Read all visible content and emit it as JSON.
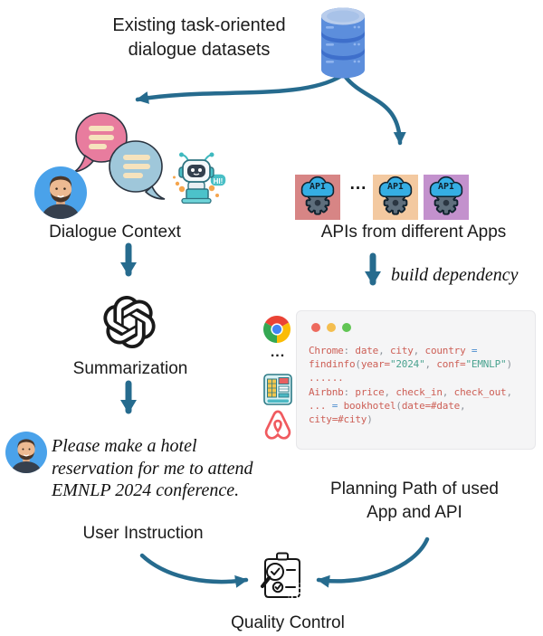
{
  "colors": {
    "arrow": "#266B8E",
    "code_identifier": "#CD5F56",
    "code_equals": "#4E8FD0",
    "code_string": "#49A28F",
    "code_punct": "#8C939B",
    "api_card_1": "#D78585",
    "api_card_2": "#F3C9A0",
    "api_card_3": "#C391CD",
    "window_dot_red": "#ED6A5E",
    "window_dot_yellow": "#F4BE4F",
    "window_dot_green": "#61C554",
    "airbnb_coral": "#F05A5F"
  },
  "top": {
    "title_line1": "Existing task-oriented",
    "title_line2": "dialogue datasets"
  },
  "dialogue": {
    "label": "Dialogue Context",
    "robot_text": "HI!"
  },
  "apis": {
    "label": "APIs from different Apps",
    "api_text": "API",
    "ellipsis": "..."
  },
  "summarization": {
    "label": "Summarization"
  },
  "build_dependency": {
    "label": "build dependency"
  },
  "code_panel": {
    "ellipsis_column": "...",
    "lines": [
      [
        {
          "t": "Chrome",
          "c": "r"
        },
        {
          "t": ": ",
          "c": "p"
        },
        {
          "t": "date",
          "c": "r"
        },
        {
          "t": ", ",
          "c": "p"
        },
        {
          "t": "city",
          "c": "r"
        },
        {
          "t": ", ",
          "c": "p"
        },
        {
          "t": "country ",
          "c": "r"
        },
        {
          "t": "=",
          "c": "b"
        }
      ],
      [
        {
          "t": "findinfo",
          "c": "r"
        },
        {
          "t": "(",
          "c": "p"
        },
        {
          "t": "year=",
          "c": "r"
        },
        {
          "t": "\"2024\"",
          "c": "g"
        },
        {
          "t": ", ",
          "c": "p"
        },
        {
          "t": "conf=",
          "c": "r"
        },
        {
          "t": "\"EMNLP\"",
          "c": "g"
        },
        {
          "t": ")",
          "c": "p"
        }
      ],
      [
        {
          "t": "......",
          "c": "r"
        }
      ],
      [
        {
          "t": "Airbnb",
          "c": "r"
        },
        {
          "t": ": ",
          "c": "p"
        },
        {
          "t": "price",
          "c": "r"
        },
        {
          "t": ", ",
          "c": "p"
        },
        {
          "t": "check_in",
          "c": "r"
        },
        {
          "t": ", ",
          "c": "p"
        },
        {
          "t": "check_out",
          "c": "r"
        },
        {
          "t": ",",
          "c": "p"
        }
      ],
      [
        {
          "t": "... ",
          "c": "r"
        },
        {
          "t": "= ",
          "c": "b"
        },
        {
          "t": "bookhotel",
          "c": "r"
        },
        {
          "t": "(",
          "c": "p"
        },
        {
          "t": "date=#date",
          "c": "r"
        },
        {
          "t": ",",
          "c": "p"
        }
      ],
      [
        {
          "t": "city=#city",
          "c": "r"
        },
        {
          "t": ")",
          "c": "p"
        }
      ]
    ]
  },
  "user_instruction": {
    "quote_line1": "Please make a hotel",
    "quote_line2": "reservation for me to attend",
    "quote_line3": "EMNLP 2024 conference.",
    "label": "User Instruction"
  },
  "planning_path": {
    "label_line1": "Planning Path of used",
    "label_line2": "App and API"
  },
  "quality_control": {
    "label": "Quality Control"
  }
}
